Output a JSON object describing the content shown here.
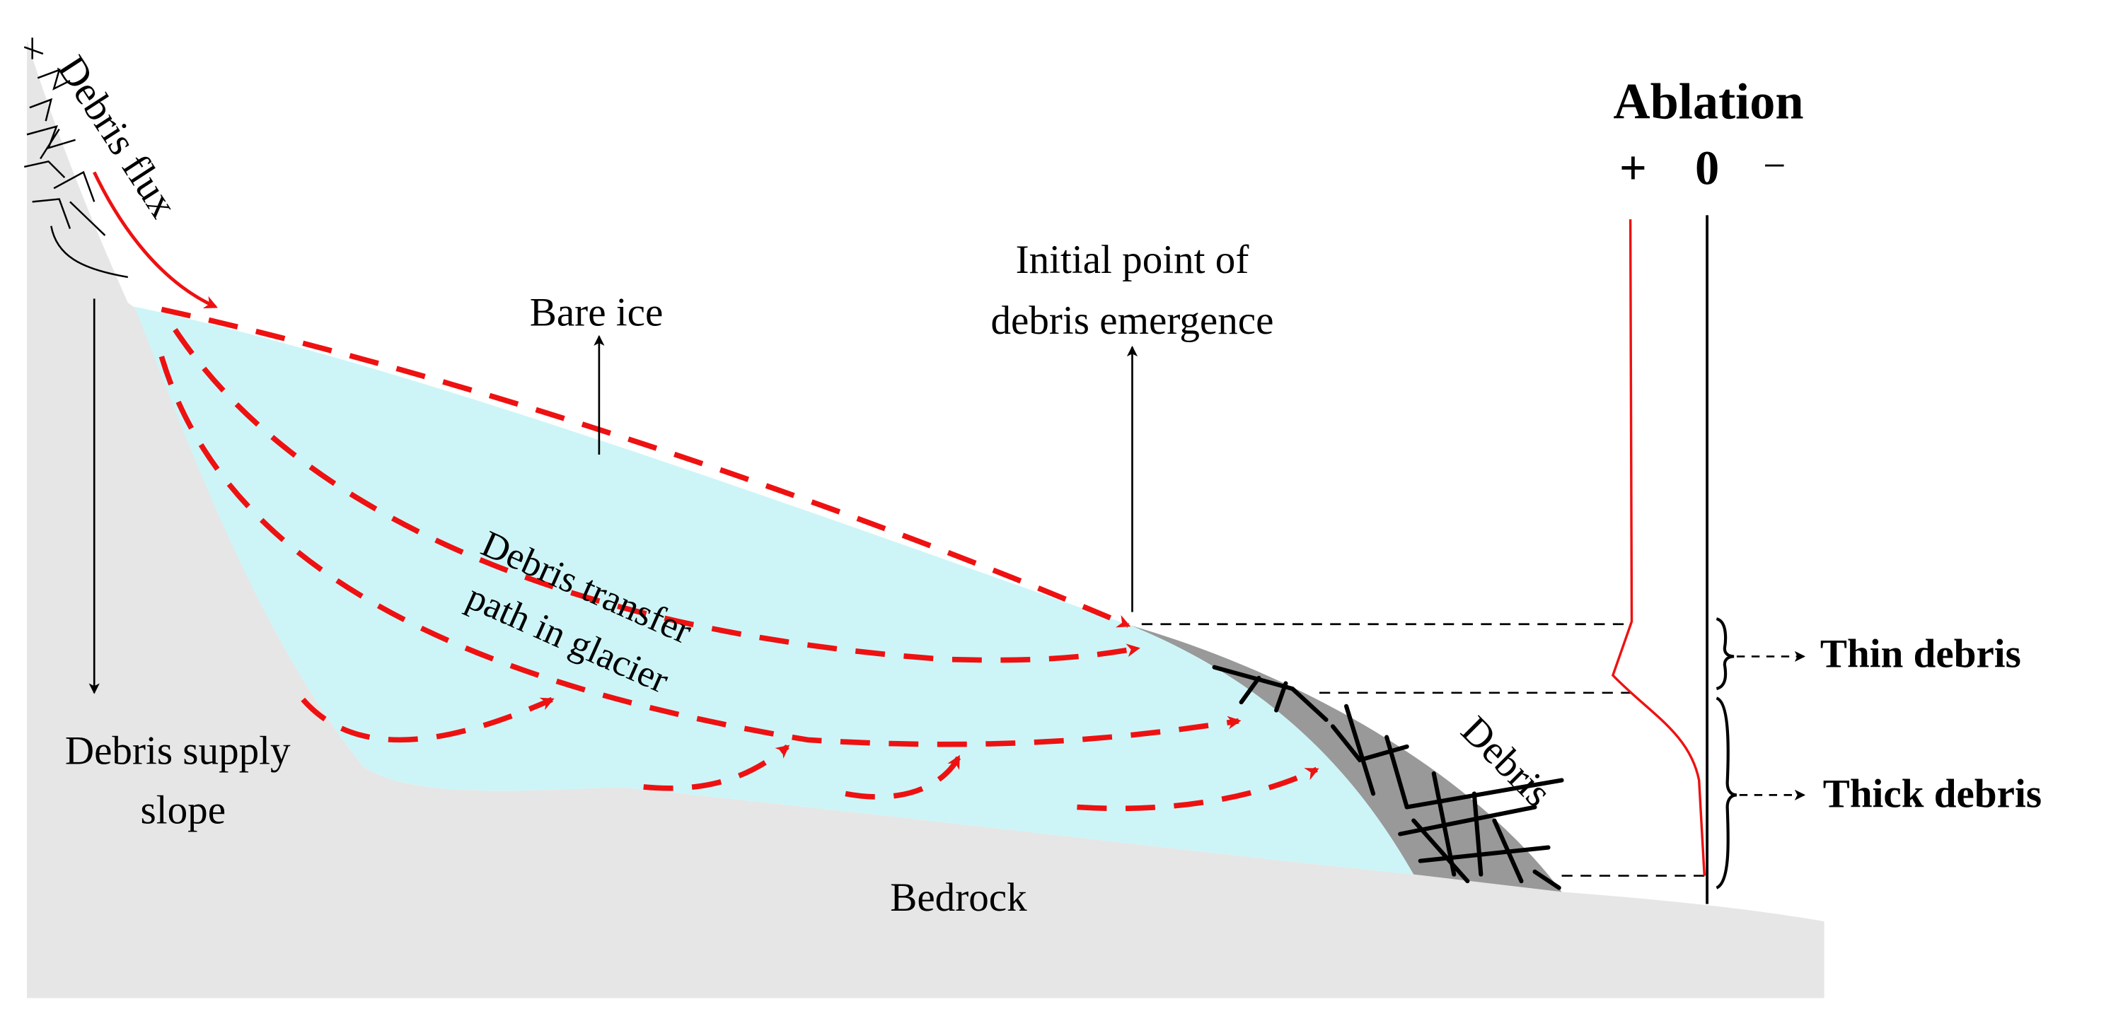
{
  "labels": {
    "debris_flux": "Debris flux",
    "bare_ice": "Bare ice",
    "initial_point_line1": "Initial point of",
    "initial_point_line2": "debris emergence",
    "transfer_line1": "Debris transfer",
    "transfer_line2": "path in glacier",
    "supply_line1": "Debris supply",
    "supply_line2": "slope",
    "bedrock": "Bedrock",
    "debris": "Debris",
    "ablation": "Ablation",
    "plus": "+",
    "zero": "0",
    "minus": "−",
    "thin_debris": "Thin debris",
    "thick_debris": "Thick debris"
  },
  "colors": {
    "ice": "#cdf5f7",
    "bedrock": "#e6e6e6",
    "debris": "#999999",
    "flow": "#ee1111",
    "ink": "#000000"
  }
}
